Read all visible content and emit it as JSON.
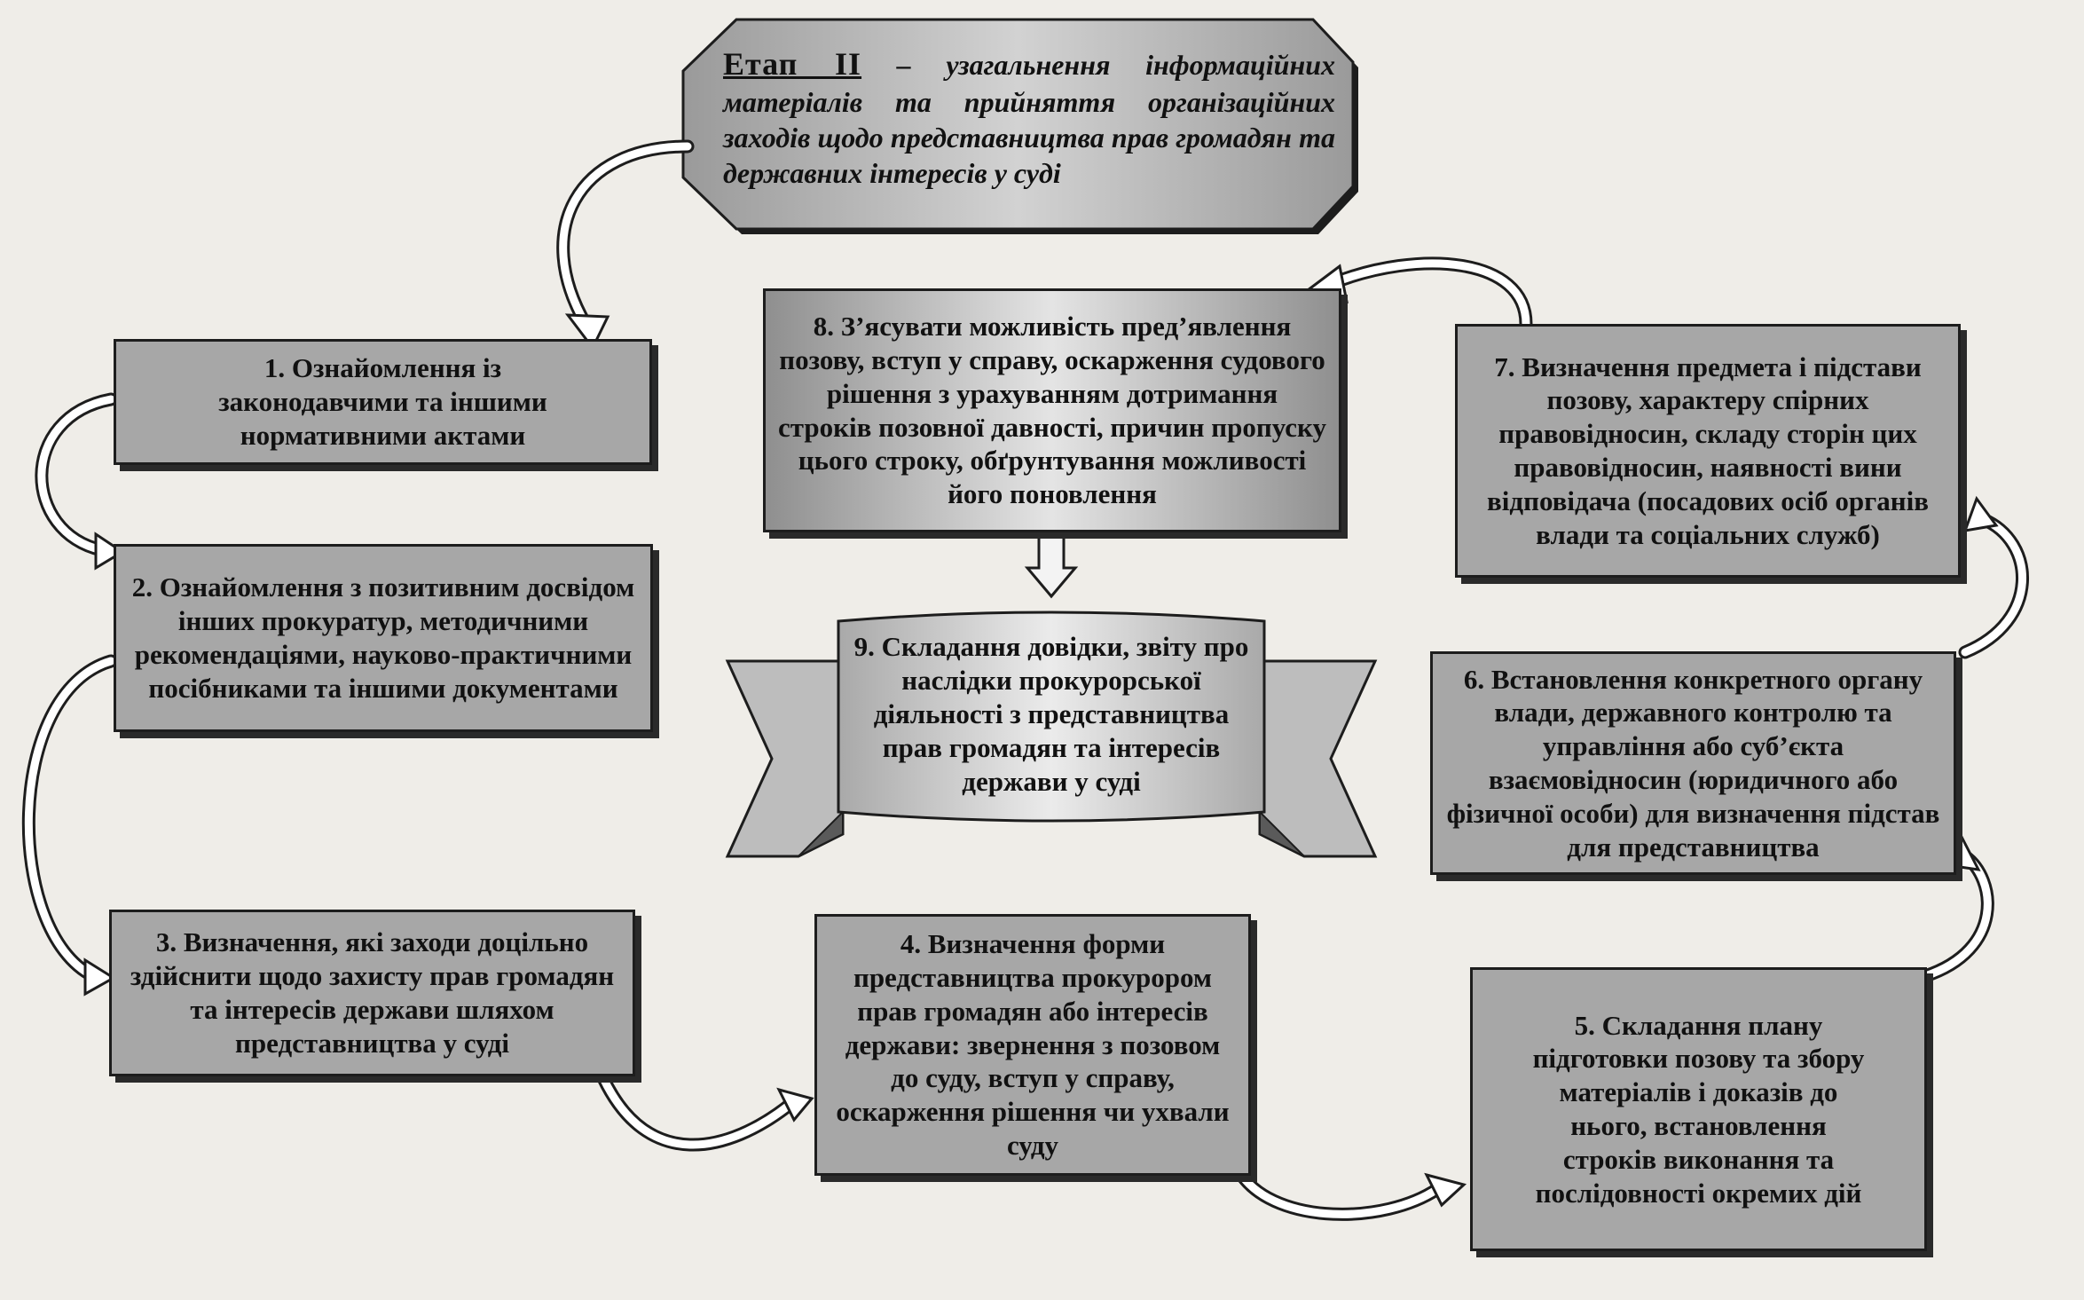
{
  "stage": {
    "label": "Етап II",
    "dash": " – ",
    "description": "узагальнення інформаційних матеріалів та прийняття організаційних заходів щодо представництва прав громадян та державних інтересів у суді"
  },
  "steps": [
    {
      "id": 1,
      "text": "1. Ознайомлення із законодавчими та іншими нормативними актами"
    },
    {
      "id": 2,
      "text": "2. Ознайомлення з позитивним досвідом інших прокуратур, методичними рекомендаціями, науково-практичними посібниками та іншими документами"
    },
    {
      "id": 3,
      "text": "3. Визначення, які заходи доцільно здійснити щодо захисту прав громадян та інтересів держави шляхом представництва у суді"
    },
    {
      "id": 4,
      "text": "4. Визначення форми представництва прокурором прав громадян або інтересів держави: звернення з позовом до суду, вступ у справу, оскарження рішення чи ухвали суду"
    },
    {
      "id": 5,
      "text": "5. Складання плану підготовки позову та збору матеріалів і доказів до нього, встановлення строків виконання та послідовності окремих дій"
    },
    {
      "id": 6,
      "text": "6. Встановлення конкретного органу влади, державного контролю та управління або суб’єкта взаємовідносин (юридичного або фізичної особи) для визначення підстав для представництва"
    },
    {
      "id": 7,
      "text": "7. Визначення предмета і підстави позову, характеру спірних правовідносин, складу сторін цих правовідносин, наявності вини відповідача (посадових осіб органів влади та соціальних служб)"
    },
    {
      "id": 8,
      "text": "8. З’ясувати можливість пред’явлення позову, вступ у справу, оскарження судового рішення з урахуванням дотримання строків позовної давності, причин пропуску цього строку, обґрунтування можливості його поновлення"
    },
    {
      "id": 9,
      "text": "9. Складання довідки, звіту про наслідки прокурорської діяльності з представництва прав громадян та інтересів держави у суді"
    }
  ],
  "colors": {
    "box_fill": "#a7a7a7",
    "outline": "#1d1d1d",
    "background": "#efede8"
  }
}
